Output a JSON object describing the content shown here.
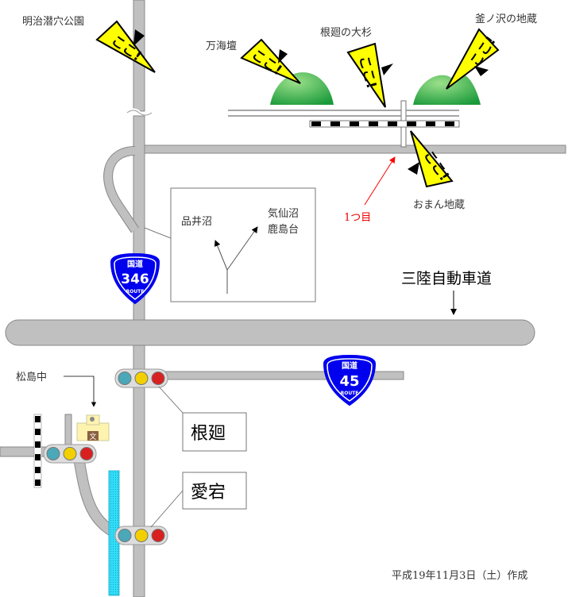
{
  "landmarks": {
    "meiji": "明治潜穴公園",
    "mankaidan": "万海壇",
    "osugi": "根廻の大杉",
    "kamanosawa": "釜ノ沢の地蔵",
    "oman": "おまん地蔵",
    "matsushima_jh": "松島中"
  },
  "sign_text": "ここ!",
  "first_turn": "1つ目",
  "expressway": "三陸自動車道",
  "inset": {
    "left": "品井沼",
    "right_1": "気仙沼",
    "right_2": "鹿島台"
  },
  "routes": {
    "r346": {
      "kanji": "国道",
      "number": "346",
      "sub": "ROUTE"
    },
    "r45": {
      "kanji": "国道",
      "number": "45",
      "sub": "ROUTE"
    }
  },
  "intersections": {
    "nemawari": "根廻",
    "atago": "愛宕"
  },
  "school_icon_char": "文",
  "footer": "平成19年11月3日（土）作成",
  "colors": {
    "road": "#c0c0c0",
    "sign": "#ffff00",
    "shield": "#0000ee",
    "river": "#33ddff",
    "arrow_red": "#ff0000",
    "hill": "#33aa44"
  }
}
